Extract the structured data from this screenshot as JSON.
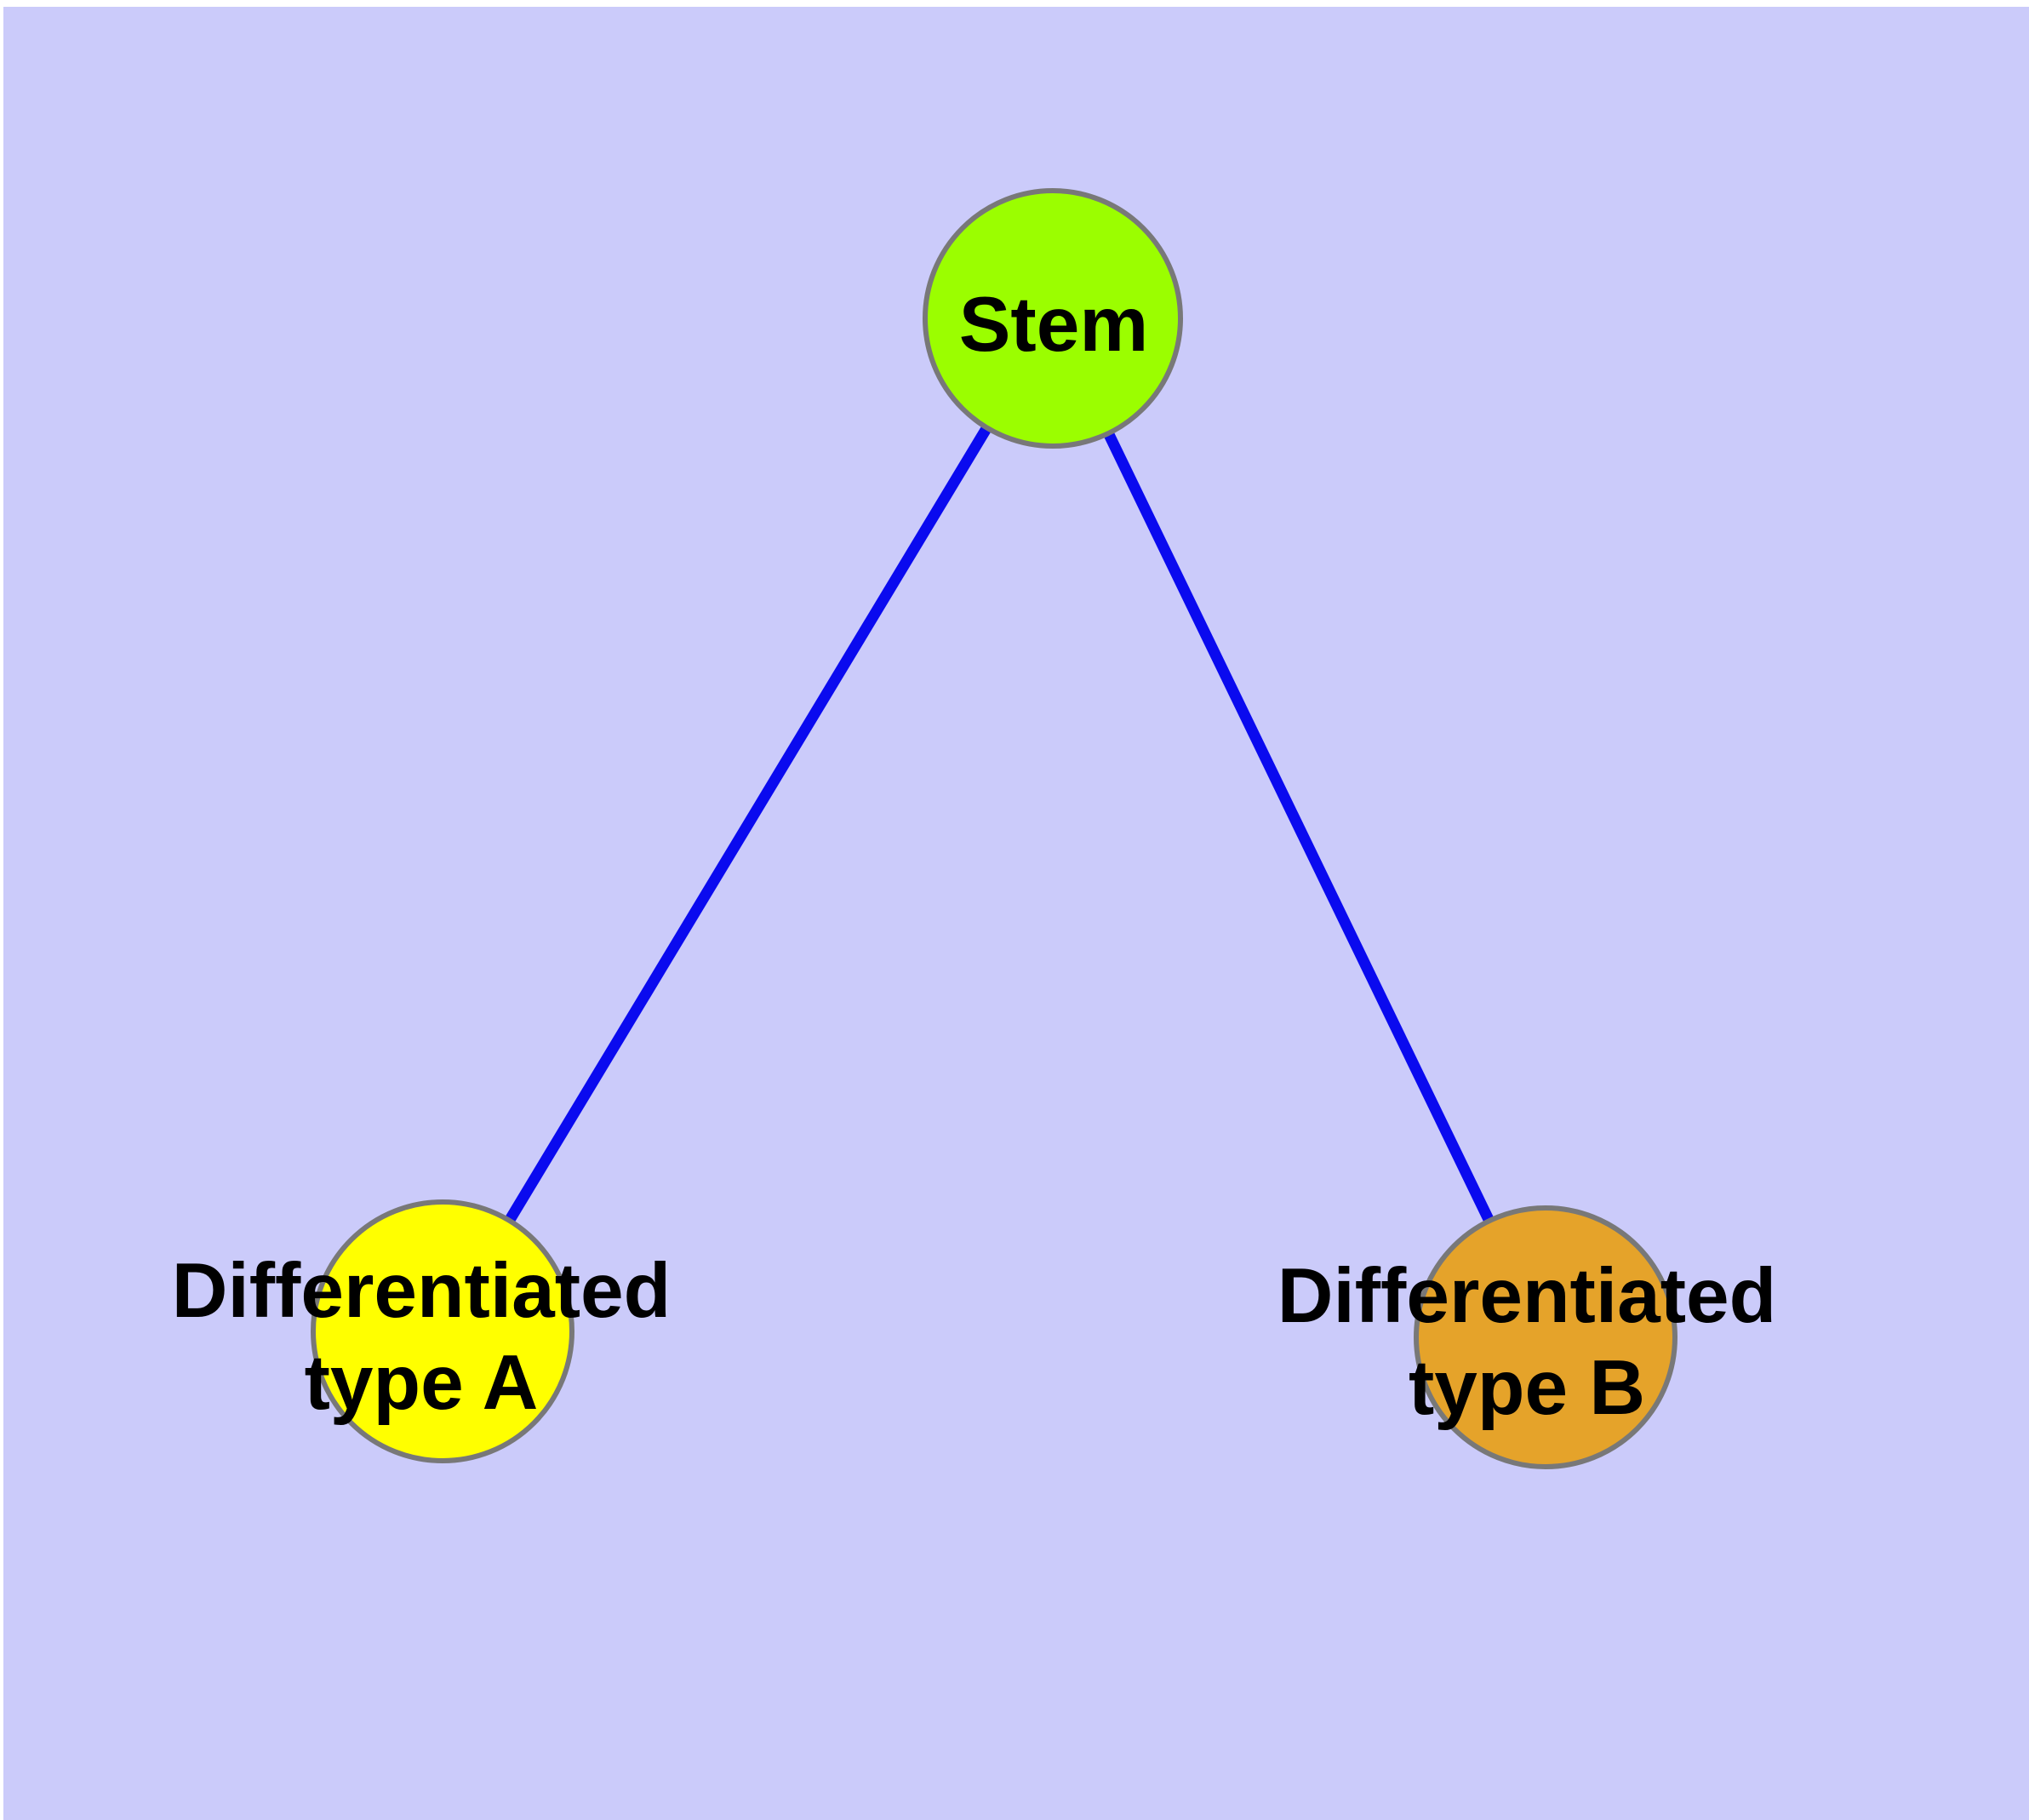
{
  "diagram": {
    "kind": "cell-differentiation-graph",
    "background_color": "#CBCBFA",
    "margin_color": "#FFFFFF",
    "edge_color": "#0A0AEF",
    "node_border_color": "#787878",
    "label_color": "#000000",
    "nodes": [
      {
        "id": "stem",
        "label": "Stem",
        "color": "#9BFE00"
      },
      {
        "id": "differentiated-type-a",
        "label_line1": "Differentiated",
        "label_line2": "type A",
        "color": "#FFFF00"
      },
      {
        "id": "differentiated-type-b",
        "label_line1": "Differentiated",
        "label_line2": "type B",
        "color": "#E5A32A"
      }
    ],
    "edges": [
      {
        "from": "Stem",
        "to": "Differentiated type A"
      },
      {
        "from": "Stem",
        "to": "Differentiated type B"
      }
    ]
  }
}
